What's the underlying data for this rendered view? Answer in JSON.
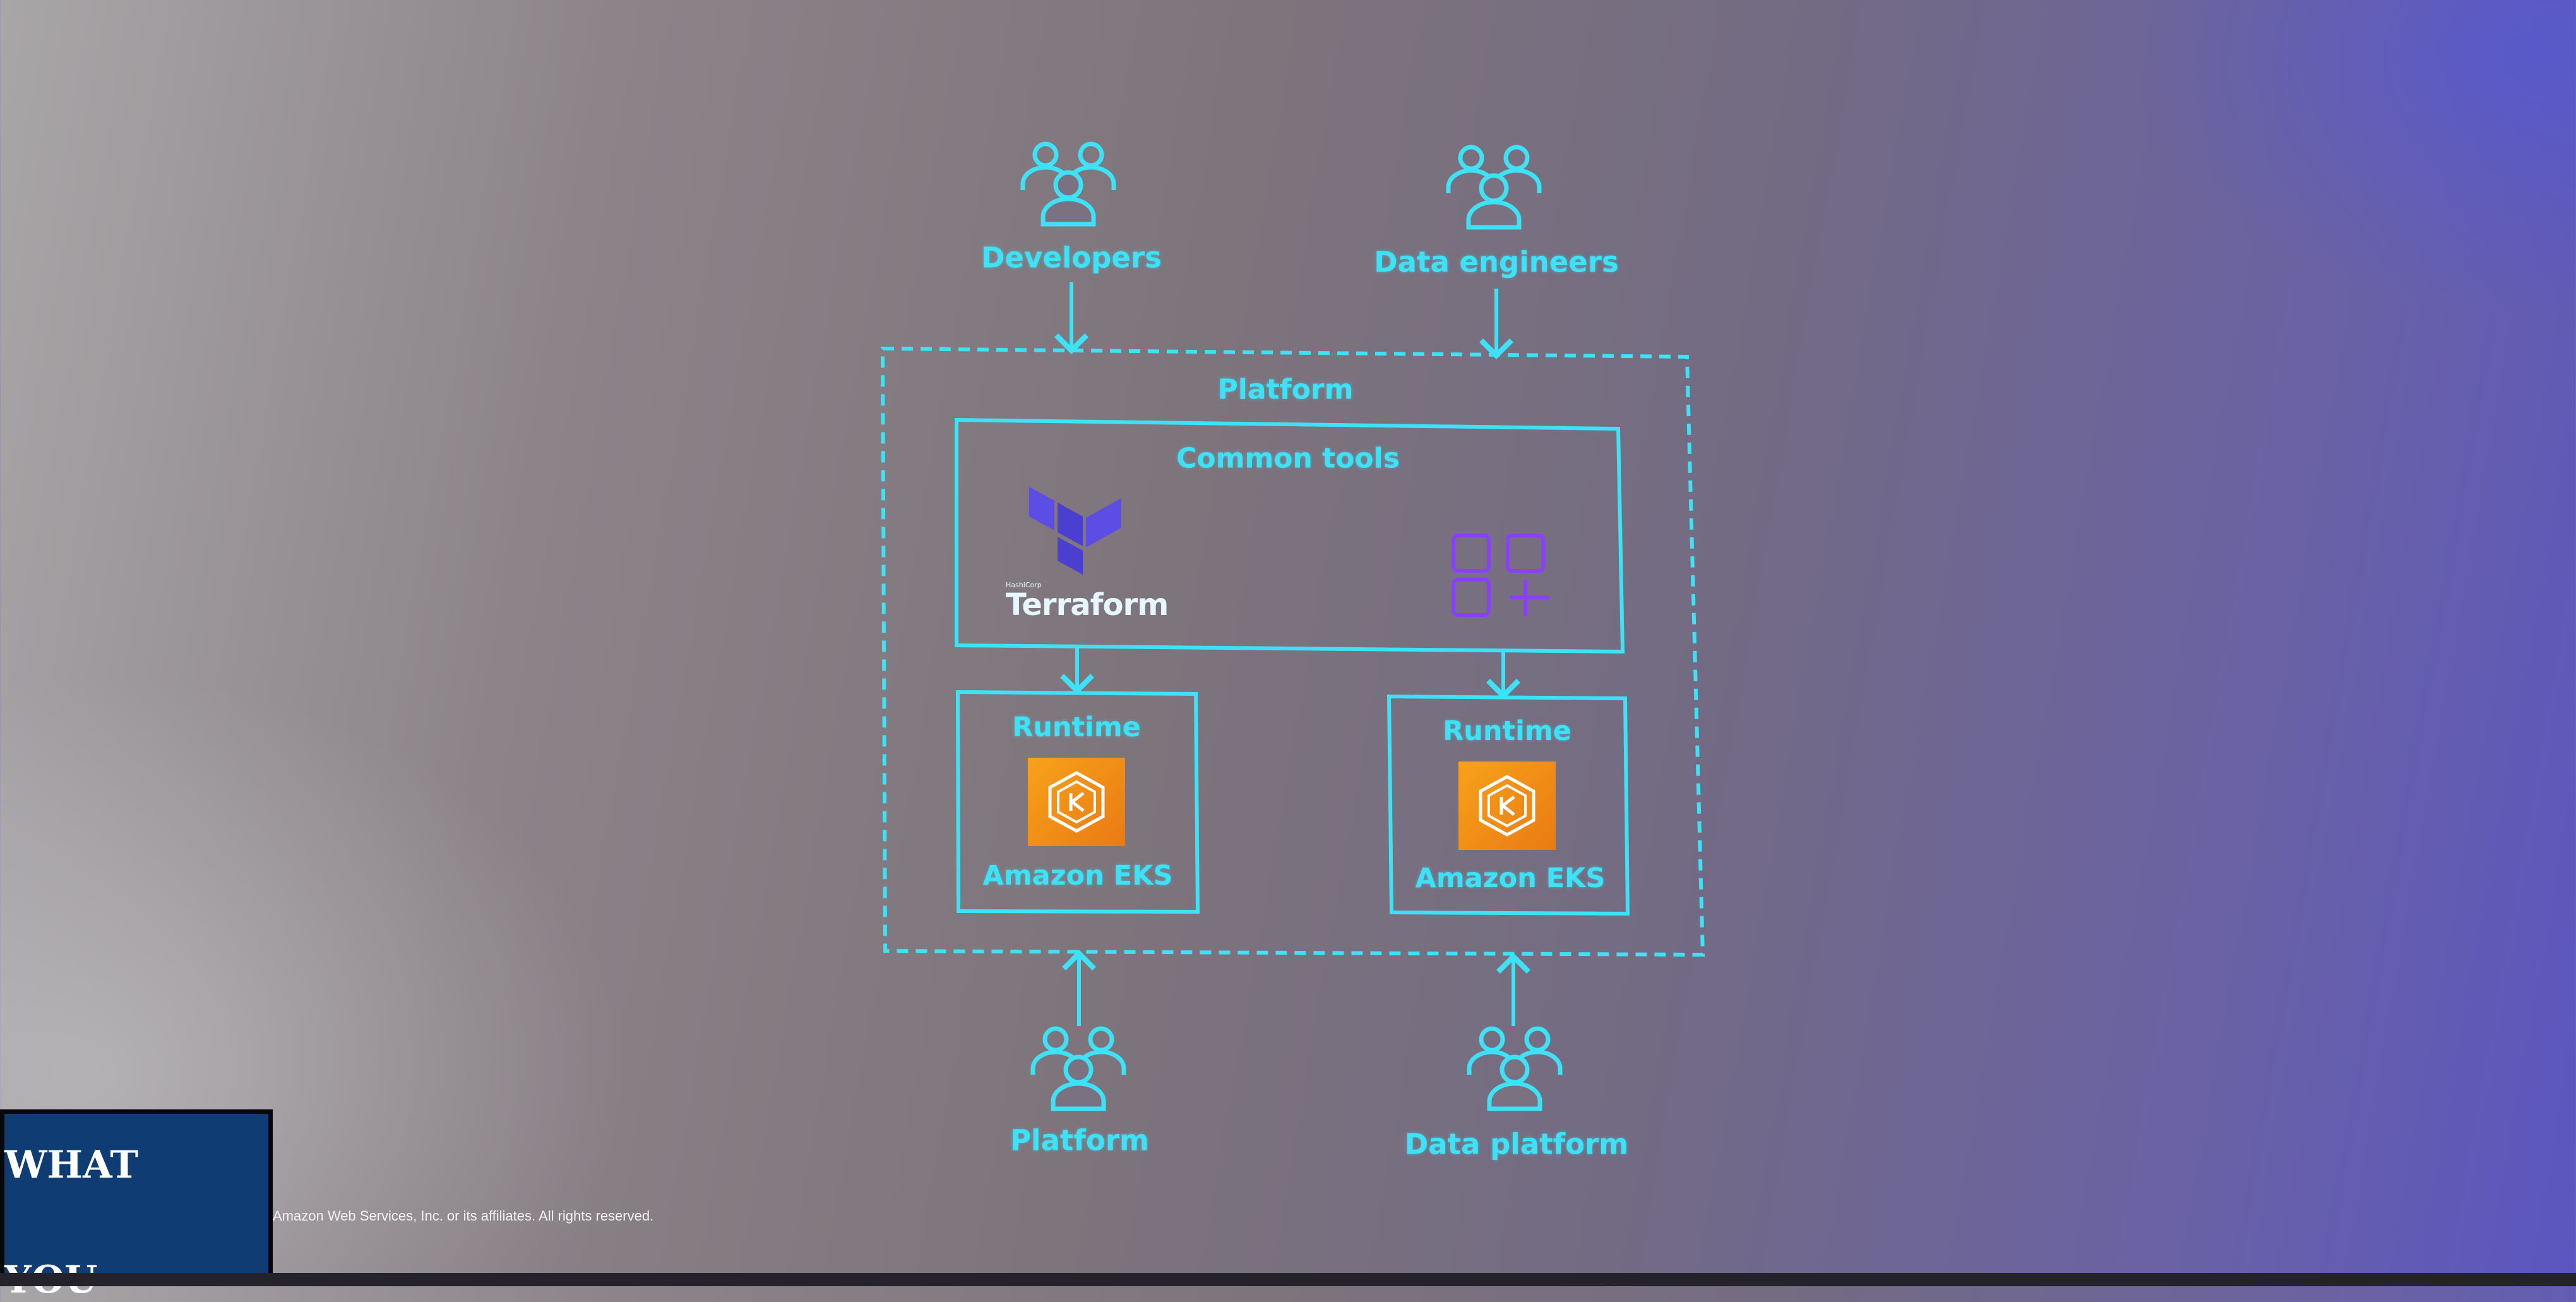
{
  "diagram": {
    "personas_top": [
      {
        "label": "Developers",
        "icon": "users-icon"
      },
      {
        "label": "Data engineers",
        "icon": "users-icon"
      }
    ],
    "personas_bottom": [
      {
        "label": "Platform",
        "icon": "users-icon"
      },
      {
        "label": "Data platform",
        "icon": "users-icon"
      }
    ],
    "platform_label": "Platform",
    "common_tools": {
      "label": "Common tools",
      "terraform_vendor": "HashiCorp",
      "terraform_name": "Terraform",
      "second_tool_icon": "app-grid-plus-icon"
    },
    "runtimes": [
      {
        "label": "Runtime",
        "service": "Amazon EKS",
        "icon": "amazon-eks-icon"
      },
      {
        "label": "Runtime",
        "service": "Amazon EKS",
        "icon": "amazon-eks-icon"
      }
    ]
  },
  "footer": {
    "copyright": "Amazon Web Services, Inc. or its affiliates. All rights reserved."
  },
  "side_panel": {
    "text_top": "WHAT",
    "text_bottom": "YOU"
  },
  "colors": {
    "line": "#3ee2f6",
    "terraform": "#5c4ee5",
    "second_tool": "#8a3ffc",
    "eks_orange": "#f58f1a"
  }
}
